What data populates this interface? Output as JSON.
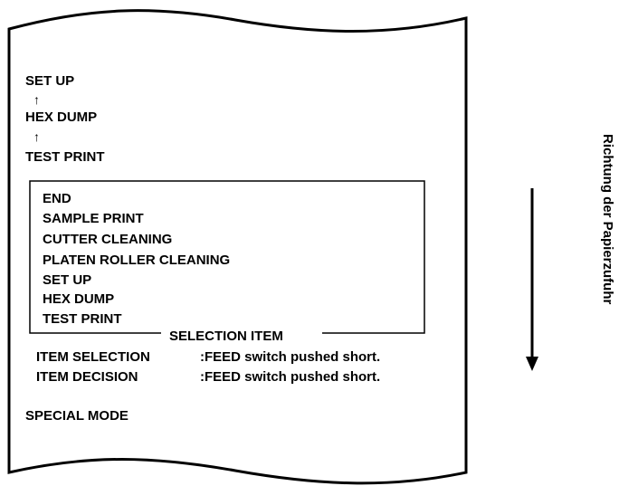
{
  "receipt": {
    "top_sequence": [
      "SET UP",
      "HEX DUMP",
      "TEST PRINT"
    ],
    "arrow_glyph": "↑",
    "selection_box": {
      "items": [
        "END",
        "SAMPLE PRINT",
        "CUTTER CLEANING",
        "PLATEN ROLLER CLEANING",
        "SET UP",
        "HEX DUMP",
        "TEST PRINT"
      ],
      "caption": "SELECTION ITEM"
    },
    "instructions": [
      {
        "label": "ITEM SELECTION",
        "value": ":FEED switch pushed short."
      },
      {
        "label": "ITEM DECISION",
        "value": ":FEED switch pushed short."
      }
    ],
    "mode_label": "SPECIAL MODE"
  },
  "direction_label": "Richtung der Papierzufuhr"
}
